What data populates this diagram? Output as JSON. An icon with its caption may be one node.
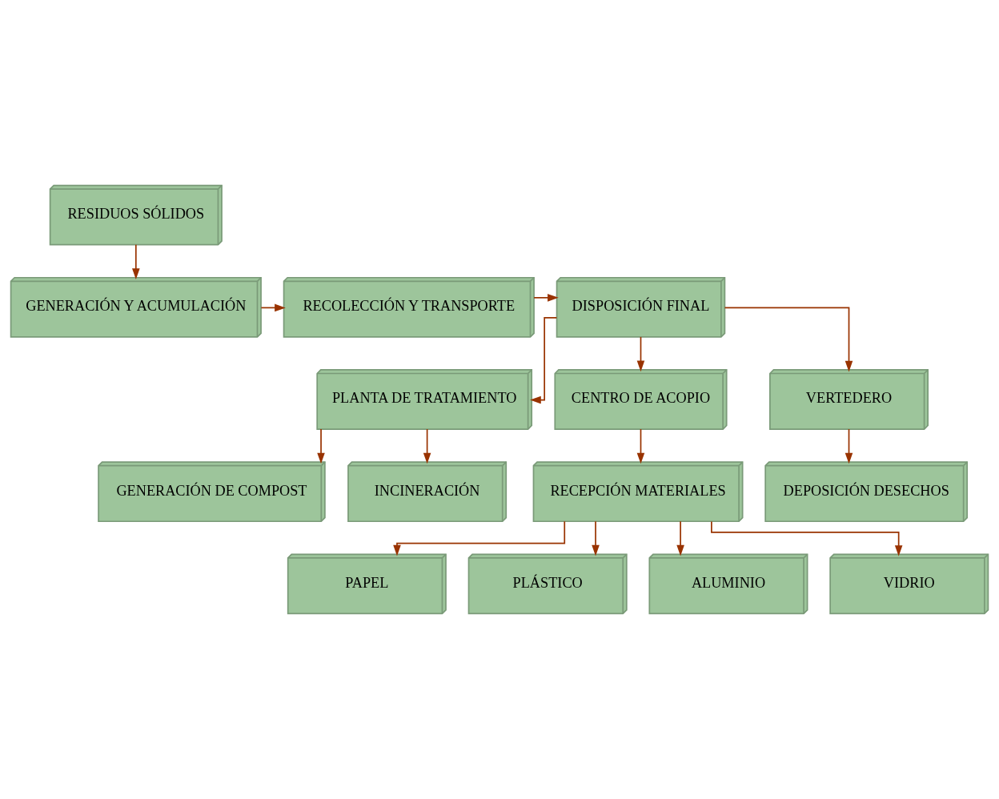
{
  "diagram": {
    "nodes": [
      {
        "text": [
          "RESIDUOS SÓLIDOS"
        ]
      },
      {
        "text": [
          "GENERACIÓN Y ACUMULACIÓN"
        ]
      },
      {
        "text": [
          "RECOLECCIÓN Y TRANSPORTE"
        ]
      },
      {
        "text": [
          "DISPOSICIÓN FINAL"
        ]
      },
      {
        "text": [
          "PLANTA DE TRATAMIENTO"
        ]
      },
      {
        "text": [
          "CENTRO DE ACOPIO"
        ]
      },
      {
        "text": [
          "VERTEDERO"
        ]
      },
      {
        "text": [
          "GENERACIÓN DE COMPOST"
        ]
      },
      {
        "text": [
          "INCINERACIÓN"
        ]
      },
      {
        "text": [
          "RECEPCIÓN MATERIALES"
        ]
      },
      {
        "text": [
          "DEPOSICIÓN DESECHOS"
        ]
      },
      {
        "text": [
          "PAPEL"
        ]
      },
      {
        "text": [
          "PLÁSTICO"
        ]
      },
      {
        "text": [
          "ALUMINIO"
        ]
      },
      {
        "text": [
          "VIDRIO"
        ]
      }
    ],
    "edges": [
      {
        "from": 0,
        "to": 1,
        "arrow": "to"
      },
      {
        "from": 1,
        "to": 2,
        "arrow": "to"
      },
      {
        "from": 2,
        "to": 3,
        "arrow": "to"
      },
      {
        "from": 3,
        "to": 4,
        "arrow": "to"
      },
      {
        "from": 3,
        "to": 5,
        "arrow": "to"
      },
      {
        "from": 3,
        "to": 6,
        "arrow": "to"
      },
      {
        "from": 4,
        "to": 7,
        "arrow": "to"
      },
      {
        "from": 4,
        "to": 8,
        "arrow": "to"
      },
      {
        "from": 5,
        "to": 9,
        "arrow": "to"
      },
      {
        "from": 6,
        "to": 10,
        "arrow": "to"
      },
      {
        "from": 9,
        "to": 11,
        "arrow": "to"
      },
      {
        "from": 9,
        "to": 12,
        "arrow": "to"
      },
      {
        "from": 9,
        "to": 13,
        "arrow": "to"
      },
      {
        "from": 9,
        "to": 14,
        "arrow": "to"
      }
    ]
  }
}
